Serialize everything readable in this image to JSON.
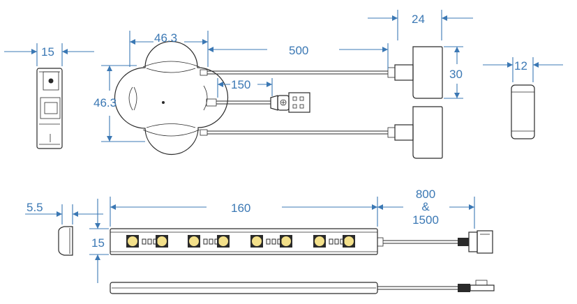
{
  "hub": {
    "side_width": "15",
    "width": "46.3",
    "height": "46.3",
    "cable_length": "500",
    "usb_cable_length": "150"
  },
  "connector": {
    "width": "24",
    "height": "30",
    "end_width": "12"
  },
  "strip": {
    "side_width": "5.5",
    "height": "15",
    "length": "160",
    "cable_length_line1": "800",
    "cable_length_line2": "&",
    "cable_length_line3": "1500"
  },
  "colors": {
    "dimension": "#3b78b4",
    "ink": "#2a2a2a",
    "led": "#f3e08a"
  }
}
